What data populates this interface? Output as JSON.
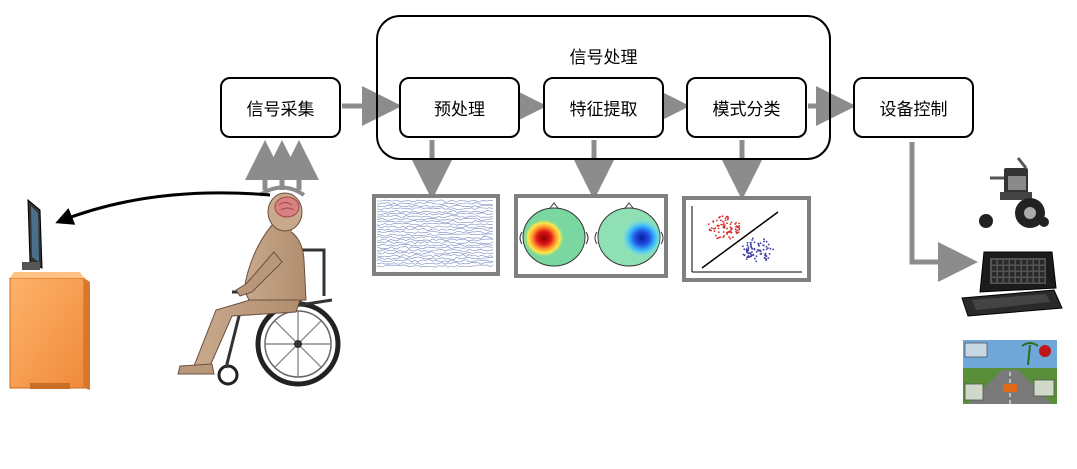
{
  "diagram": {
    "group_title": "信号处理",
    "nodes": {
      "acquisition": "信号采集",
      "preprocess": "预处理",
      "feature": "特征提取",
      "classify": "模式分类",
      "control": "设备控制"
    }
  },
  "colors": {
    "arrow": "#8c8c8c",
    "frame": "#808080",
    "monitor_stand": "#f39a4f",
    "eeg_hot": "#d9141e",
    "eeg_cold": "#1a3fd1",
    "scatter_red": "#d42a2a",
    "scatter_blue": "#3a3aa0"
  },
  "icons": {
    "user": "wheelchair-user-icon",
    "brain": "brain-icon",
    "monitor": "monitor-icon",
    "eeg_raw": "eeg-signal-icon",
    "topomap": "scalp-topography-icon",
    "scatter": "scatter-classification-icon",
    "wheelchair": "electric-wheelchair-icon",
    "laptop": "laptop-icon",
    "game": "racing-game-icon"
  }
}
